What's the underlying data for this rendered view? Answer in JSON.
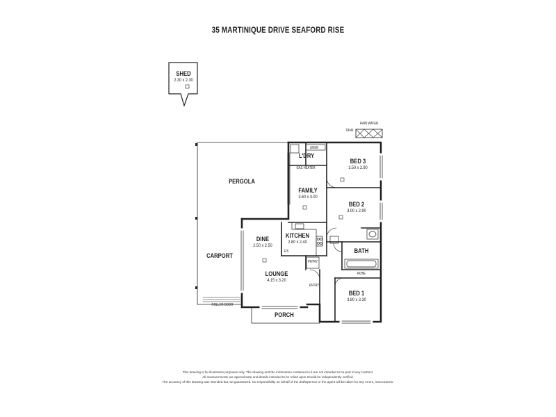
{
  "title": "35 MARTINIQUE DRIVE SEAFORD RISE",
  "rooms": {
    "shed": {
      "name": "SHED",
      "dims": "2.30 x 2.30"
    },
    "pergola": {
      "name": "PERGOLA"
    },
    "carport": {
      "name": "CARPORT"
    },
    "laundry": {
      "name": "L'DRY"
    },
    "family": {
      "name": "FAMILY",
      "dims": "3.60 x 3.00"
    },
    "bed3": {
      "name": "BED 3",
      "dims": "3.50 x 2.90"
    },
    "bed2": {
      "name": "BED 2",
      "dims": "3.00 x 2.90"
    },
    "dine": {
      "name": "DINE",
      "dims": "2.50 x 2.50"
    },
    "kitchen": {
      "name": "KITCHEN",
      "dims": "2.80 x 2.40"
    },
    "lounge": {
      "name": "LOUNGE",
      "dims": "4.15 x 3.20"
    },
    "bath": {
      "name": "BATH"
    },
    "bed1": {
      "name": "BED 1",
      "dims": "3.80 x 3.30"
    },
    "porch": {
      "name": "PORCH"
    }
  },
  "labels": {
    "rain_water_tank_1": "RAIN WATER",
    "rain_water_tank_2": "TANK",
    "linen": "LINEN",
    "gas_heater": "GAS HEATER",
    "pantry": "PNTRY",
    "fs": "F/S",
    "entry": "ENTRY",
    "robe": "ROBE",
    "roller_door": "ROLLER DOOR"
  },
  "disclaimer": [
    "This drawing is for illustration purposes only. The drawing and the information contained in it are not intended to be part of any contract.",
    "All measurements are approximate and details intended to be relied upon should be independently verified.",
    "The accuracy of this drawing was intended but not guaranteed. No responsibility on behalf of the draftsperson or the agent will be taken for any errors, inaccuracies."
  ]
}
